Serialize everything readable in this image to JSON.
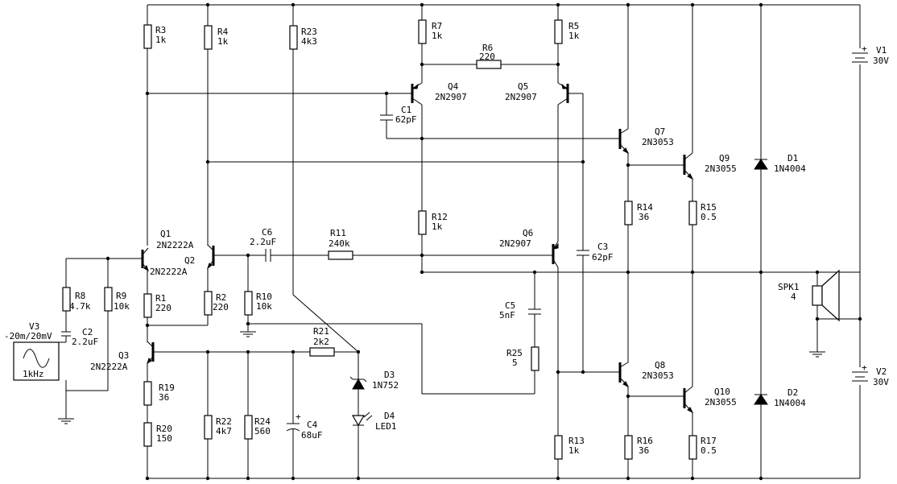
{
  "components": {
    "R3": {
      "ref": "R3",
      "value": "1k"
    },
    "R4": {
      "ref": "R4",
      "value": "1k"
    },
    "R23": {
      "ref": "R23",
      "value": "4k3"
    },
    "R7": {
      "ref": "R7",
      "value": "1k"
    },
    "R5": {
      "ref": "R5",
      "value": "1k"
    },
    "R6": {
      "ref": "R6",
      "value": "220"
    },
    "R12": {
      "ref": "R12",
      "value": "1k"
    },
    "R14": {
      "ref": "R14",
      "value": "36"
    },
    "R15": {
      "ref": "R15",
      "value": "0.5"
    },
    "R8": {
      "ref": "R8",
      "value": "4.7k"
    },
    "R9": {
      "ref": "R9",
      "value": "10k"
    },
    "R1": {
      "ref": "R1",
      "value": "220"
    },
    "R2": {
      "ref": "R2",
      "value": "220"
    },
    "R10": {
      "ref": "R10",
      "value": "10k"
    },
    "R11": {
      "ref": "R11",
      "value": "240k"
    },
    "R21": {
      "ref": "R21",
      "value": "2k2"
    },
    "R19": {
      "ref": "R19",
      "value": "36"
    },
    "R20": {
      "ref": "R20",
      "value": "150"
    },
    "R22": {
      "ref": "R22",
      "value": "4k7"
    },
    "R24": {
      "ref": "R24",
      "value": "560"
    },
    "R25": {
      "ref": "R25",
      "value": "5"
    },
    "R13": {
      "ref": "R13",
      "value": "1k"
    },
    "R16": {
      "ref": "R16",
      "value": "36"
    },
    "R17": {
      "ref": "R17",
      "value": "0.5"
    },
    "C1": {
      "ref": "C1",
      "value": "62pF"
    },
    "C2": {
      "ref": "C2",
      "value": "2.2uF"
    },
    "C3": {
      "ref": "C3",
      "value": "62pF"
    },
    "C4": {
      "ref": "C4",
      "value": "68uF"
    },
    "C5": {
      "ref": "C5",
      "value": "5nF"
    },
    "C6": {
      "ref": "C6",
      "value": "2.2uF"
    },
    "Q1": {
      "ref": "Q1",
      "value": "2N2222A"
    },
    "Q2": {
      "ref": "Q2",
      "value": "2N2222A"
    },
    "Q3": {
      "ref": "Q3",
      "value": "2N2222A"
    },
    "Q4": {
      "ref": "Q4",
      "value": "2N2907"
    },
    "Q5": {
      "ref": "Q5",
      "value": "2N2907"
    },
    "Q6": {
      "ref": "Q6",
      "value": "2N2907"
    },
    "Q7": {
      "ref": "Q7",
      "value": "2N3053"
    },
    "Q8": {
      "ref": "Q8",
      "value": "2N3053"
    },
    "Q9": {
      "ref": "Q9",
      "value": "2N3055"
    },
    "Q10": {
      "ref": "Q10",
      "value": "2N3055"
    },
    "D1": {
      "ref": "D1",
      "value": "1N4004"
    },
    "D2": {
      "ref": "D2",
      "value": "1N4004"
    },
    "D3": {
      "ref": "D3",
      "value": "1N752"
    },
    "D4": {
      "ref": "D4",
      "value": "LED1"
    },
    "V1": {
      "ref": "V1",
      "value": "30V"
    },
    "V2": {
      "ref": "V2",
      "value": "30V"
    },
    "V3": {
      "ref": "V3",
      "value": "-20m/20mV",
      "freq": "1kHz"
    },
    "SPK1": {
      "ref": "SPK1",
      "value": "4"
    }
  },
  "symbols": {
    "plus": "+"
  }
}
